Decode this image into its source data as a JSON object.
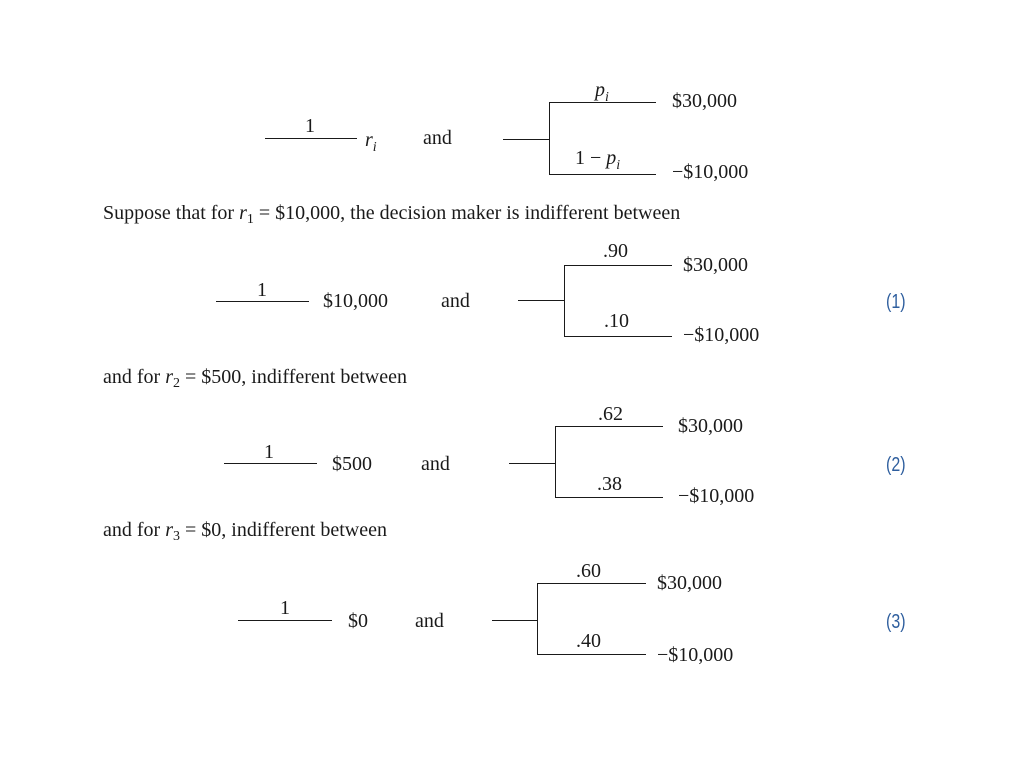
{
  "general": {
    "certain_prob": "1",
    "certain_outcome_var": "r",
    "certain_outcome_sub": "i",
    "and_text": "and",
    "p_top_var": "p",
    "p_top_sub": "i",
    "p_bottom_prefix": "1 − ",
    "p_bottom_var": "p",
    "p_bottom_sub": "i",
    "win": "$30,000",
    "loss": "−$10,000"
  },
  "paragraphs": [
    {
      "pre": "Suppose that for ",
      "var": "r",
      "sub": "1",
      "post": " = $10,000, the decision maker is indifferent between"
    },
    {
      "pre": "and for ",
      "var": "r",
      "sub": "2",
      "post": " = $500, indifferent between"
    },
    {
      "pre": "and for ",
      "var": "r",
      "sub": "3",
      "post": " = $0, indifferent between"
    }
  ],
  "cases": [
    {
      "prob": "1",
      "certain": "$10,000",
      "and_text": "and",
      "p_win": ".90",
      "p_loss": ".10",
      "win": "$30,000",
      "loss": "−$10,000",
      "eq": "(1)"
    },
    {
      "prob": "1",
      "certain": "$500",
      "and_text": "and",
      "p_win": ".62",
      "p_loss": ".38",
      "win": "$30,000",
      "loss": "−$10,000",
      "eq": "(2)"
    },
    {
      "prob": "1",
      "certain": "$0",
      "and_text": "and",
      "p_win": ".60",
      "p_loss": ".40",
      "win": "$30,000",
      "loss": "−$10,000",
      "eq": "(3)"
    }
  ]
}
